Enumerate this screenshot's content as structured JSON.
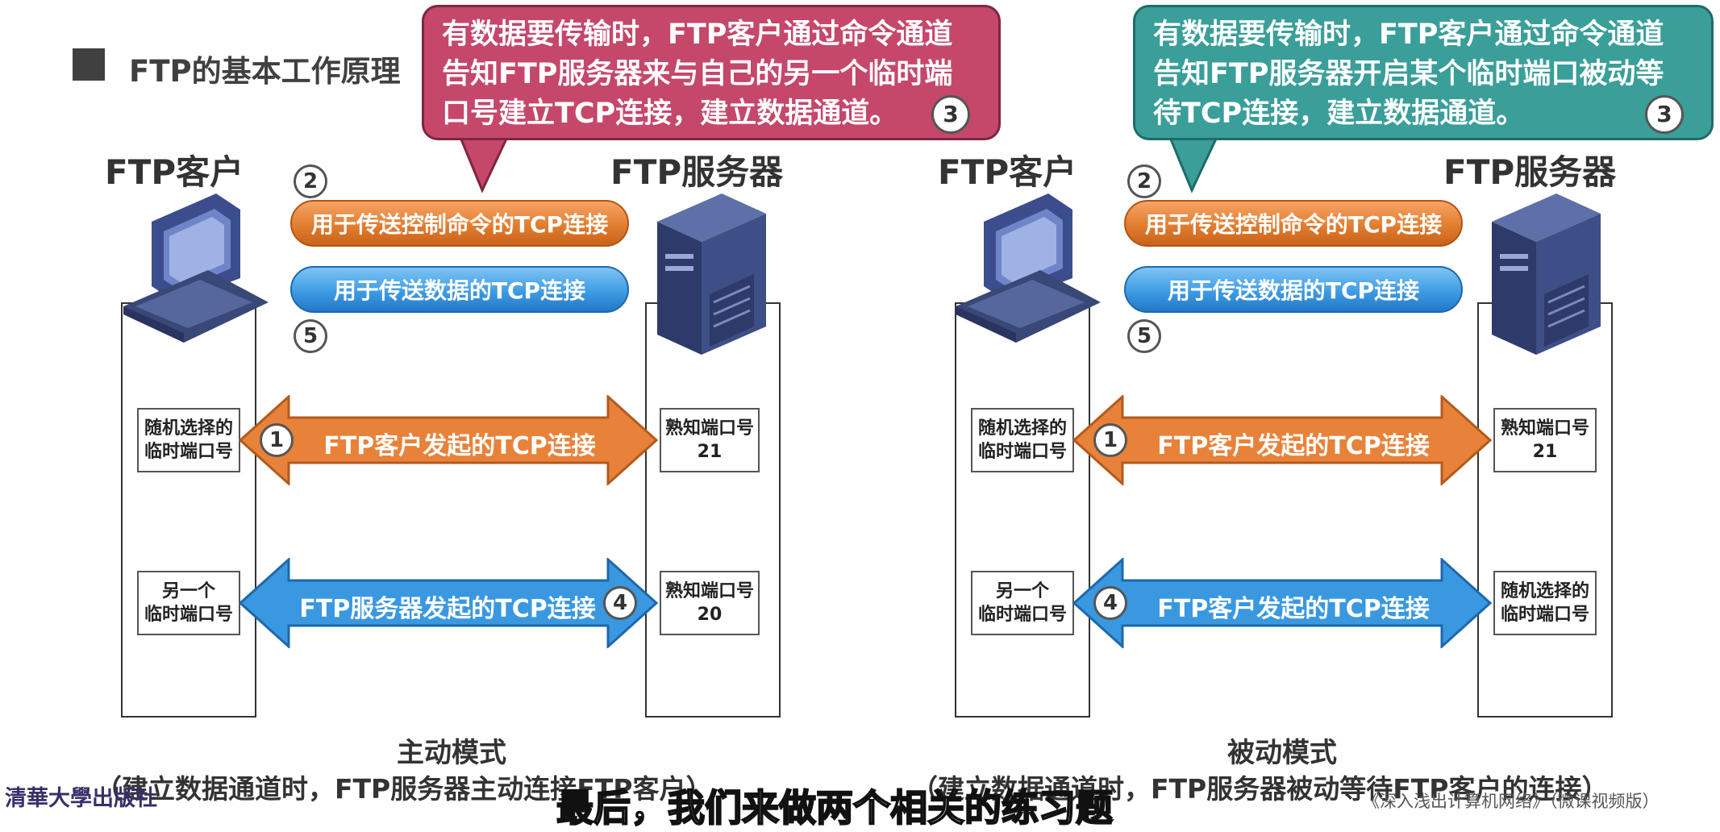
{
  "header": {
    "section_title": "FTP的基本工作原理"
  },
  "left_panel": {
    "callout_lines": [
      "有数据要传输时，FTP客户通过命令通道",
      "告知FTP服务器来与自己的另一个临时端",
      "口号建立TCP连接，建立数据通道。"
    ],
    "callout_step": "3",
    "client_label": "FTP客户",
    "server_label": "FTP服务器",
    "control_pipe": "用于传送控制命令的TCP连接",
    "data_pipe": "用于传送数据的TCP连接",
    "step2": "2",
    "step5": "5",
    "client_port_1": "随机选择的\n临时端口号",
    "client_port_2": "另一个\n临时端口号",
    "server_port_1": "熟知端口号\n21",
    "server_port_2": "熟知端口号\n20",
    "arrow1_label": "FTP客户发起的TCP连接",
    "arrow1_step": "1",
    "arrow2_label": "FTP服务器发起的TCP连接",
    "arrow2_step": "4",
    "mode_title": "主动模式",
    "mode_desc": "（建立数据通道时，FTP服务器主动连接FTP客户）"
  },
  "right_panel": {
    "callout_lines": [
      "有数据要传输时，FTP客户通过命令通道",
      "告知FTP服务器开启某个临时端口被动等",
      "待TCP连接，建立数据通道。"
    ],
    "callout_step": "3",
    "client_label": "FTP客户",
    "server_label": "FTP服务器",
    "control_pipe": "用于传送控制命令的TCP连接",
    "data_pipe": "用于传送数据的TCP连接",
    "step2": "2",
    "step5": "5",
    "client_port_1": "随机选择的\n临时端口号",
    "client_port_2": "另一个\n临时端口号",
    "server_port_1": "熟知端口号\n21",
    "server_port_2": "随机选择的\n临时端口号",
    "arrow1_label": "FTP客户发起的TCP连接",
    "arrow1_step": "1",
    "arrow2_label": "FTP客户发起的TCP连接",
    "arrow2_step": "4",
    "mode_title": "被动模式",
    "mode_desc": "（建立数据通道时，FTP服务器被动等待FTP客户的连接）"
  },
  "footer": {
    "subtitle": "最后，我们来做两个相关的练习题",
    "publisher": "清華大學出版社",
    "book_title": "《深入浅出计算机网络》（微课视频版）"
  },
  "colors": {
    "orange": "#e8823a",
    "blue": "#3a98e0",
    "red_callout": "#c5476a",
    "teal_callout": "#3a9e99"
  }
}
